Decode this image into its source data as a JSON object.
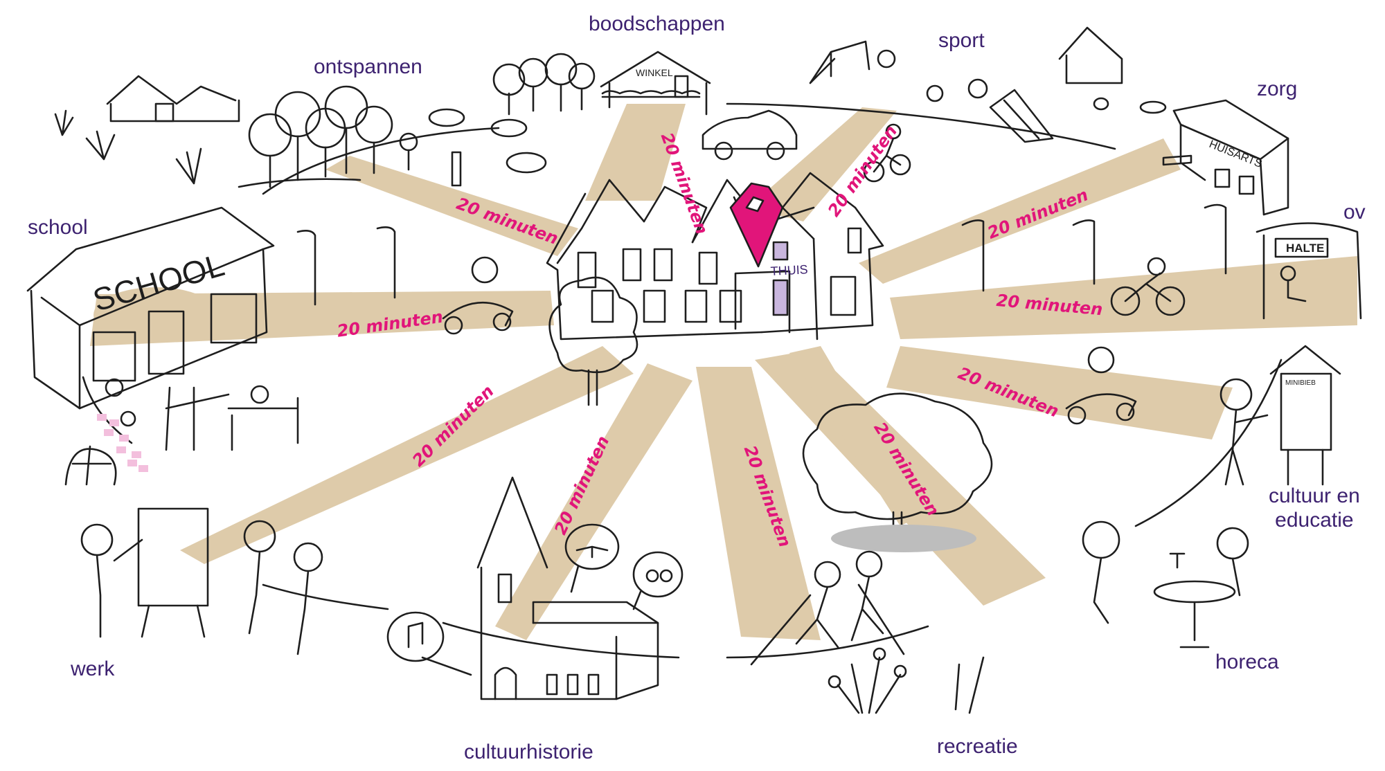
{
  "colors": {
    "ray": "#decbaa",
    "ink": "#1e1e1e",
    "label": "#3d2270",
    "accent": "#e1157a",
    "door": "#c9b6de"
  },
  "center": {
    "label": "THUIS"
  },
  "time_label": "20 minuten",
  "destinations": {
    "boodschappen": "boodschappen",
    "sport": "sport",
    "ontspannen": "ontspannen",
    "zorg": "zorg",
    "school": "school",
    "ov": "ov",
    "cultuur_en_educatie": "cultuur en\neducatie",
    "werk": "werk",
    "horeca": "horeca",
    "cultuurhistorie": "cultuurhistorie",
    "recreatie": "recreatie"
  },
  "signs": {
    "winkel": "WINKEL",
    "huisarts": "HUISARTS",
    "school": "SCHOOL",
    "halte": "HALTE",
    "minibieb": "MINIBIEB"
  },
  "icons": [
    "house-icon",
    "shop-icon",
    "trees-icon",
    "cow-icon",
    "car-icon",
    "goal-icon",
    "bicycle-icon",
    "mobility-scooter-icon",
    "doctor-office-icon",
    "bus-shelter-icon",
    "street-lamp-icon",
    "school-icon",
    "playground-icon",
    "whiteboard-icon",
    "church-icon",
    "music-note-icon",
    "book-icon",
    "speech-bubble-icon",
    "tree-icon",
    "flowers-icon",
    "cafe-table-icon",
    "book-cabinet-icon",
    "farm-icon"
  ]
}
